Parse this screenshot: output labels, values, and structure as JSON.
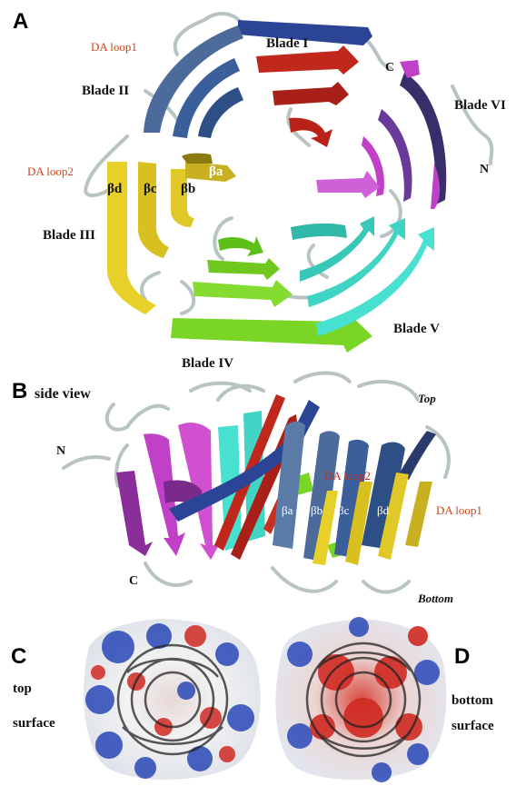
{
  "panels": {
    "A": {
      "letter": "A"
    },
    "B": {
      "letter": "B",
      "caption": "side view"
    },
    "C": {
      "letter": "C",
      "caption_line1": "top",
      "caption_line2": "surface"
    },
    "D": {
      "letter": "D",
      "caption_line1": "bottom",
      "caption_line2": "surface"
    }
  },
  "panelA": {
    "blade_I": "Blade I",
    "blade_II": "Blade II",
    "blade_III": "Blade III",
    "blade_IV": "Blade IV",
    "blade_V": "Blade V",
    "blade_VI": "Blade VI",
    "da_loop1": "DA loop1",
    "da_loop2": "DA loop2",
    "strand_a": "βa",
    "strand_b": "βb",
    "strand_c": "βc",
    "strand_d": "βd",
    "c_term": "C",
    "n_term": "N"
  },
  "panelB": {
    "top": "Top",
    "bottom": "Bottom",
    "n_term": "N",
    "c_term": "C",
    "da_loop1": "DA loop1",
    "da_loop2": "DA loop2",
    "strand_a": "βa",
    "strand_b": "βb",
    "strand_c": "βc",
    "strand_d": "βd"
  },
  "colors": {
    "blade_I": "#c0281c",
    "blade_II": "#3a5f9a",
    "blade_III": "#e8d02a",
    "blade_IV": "#7ad626",
    "blade_V": "#48e0d0",
    "blade_VI": "#c040c8",
    "loop": "#b8c4c2",
    "label_red": "#c8481c",
    "surface_red": "#d02a22",
    "surface_blue": "#2a48b8"
  }
}
